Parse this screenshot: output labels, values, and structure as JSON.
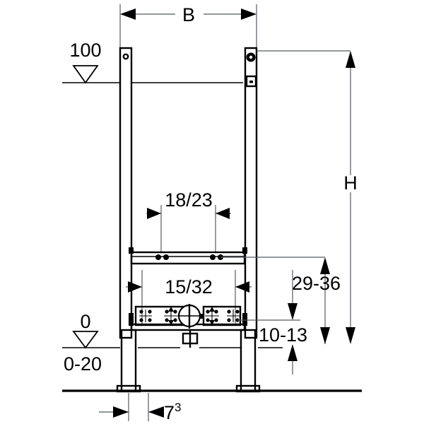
{
  "drawing": {
    "title": "Sanitary frame installation dimension drawing",
    "units_note": "",
    "stroke_color": "#000000",
    "dimension_color": "#555b60",
    "background": "#ffffff"
  },
  "dimensions": {
    "width_top": {
      "label": "B",
      "name": "overall-width"
    },
    "height_right": {
      "label": "H",
      "name": "overall-height"
    },
    "upper_level": {
      "label": "100",
      "name": "level-100"
    },
    "zero_level": {
      "label": "0",
      "name": "level-zero"
    },
    "floor_tolerance": {
      "label": "0-20",
      "name": "floor-tolerance"
    },
    "inner_upper": {
      "label": "18/23",
      "name": "inner-width-upper"
    },
    "inner_lower": {
      "label": "15/32",
      "name": "inner-width-lower"
    },
    "right_upper": {
      "label": "29-36",
      "name": "height-29-36"
    },
    "right_lower": {
      "label": "10-13",
      "name": "height-10-13"
    },
    "bottom_offset": {
      "label": "7",
      "superscript": "3",
      "name": "bottom-offset-7-3"
    }
  }
}
